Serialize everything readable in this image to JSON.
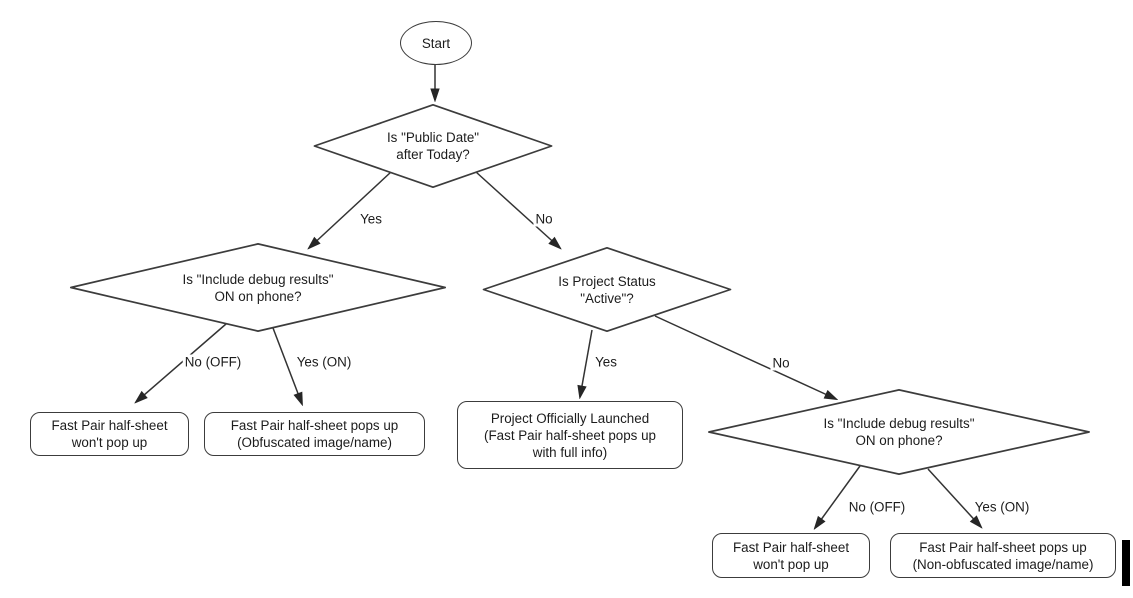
{
  "diagram_title": "Fast Pair half-sheet decision flowchart",
  "colors": {
    "shape_stroke": "#3c3c3c",
    "arrow_stroke": "#333333",
    "arrowhead_fill": "#262626",
    "text": "#1c1c1c",
    "node_fill": "#ffffff",
    "background": "#ffffff",
    "cursor_bar": "#000000"
  },
  "nodes": {
    "start": {
      "label": "Start"
    },
    "decision_public_date": {
      "lines": [
        "Is \"Public Date\"",
        "after Today?"
      ]
    },
    "decision_debug_left": {
      "lines": [
        "Is \"Include debug results\"",
        "ON on phone?"
      ]
    },
    "decision_project_status": {
      "lines": [
        "Is Project Status",
        "\"Active\"?"
      ]
    },
    "decision_debug_right": {
      "lines": [
        "Is \"Include debug results\"",
        "ON on phone?"
      ]
    },
    "result_no_popup_left": {
      "lines": [
        "Fast Pair half-sheet",
        "won't pop up"
      ]
    },
    "result_obfuscated": {
      "lines": [
        "Fast Pair half-sheet pops up",
        "(Obfuscated image/name)"
      ]
    },
    "result_launched": {
      "lines": [
        "Project Officially Launched",
        "(Fast Pair half-sheet pops up",
        "with full info)"
      ]
    },
    "result_no_popup_right": {
      "lines": [
        "Fast Pair half-sheet",
        "won't pop up"
      ]
    },
    "result_non_obfuscated": {
      "lines": [
        "Fast Pair half-sheet pops up",
        "(Non-obfuscated image/name)"
      ]
    }
  },
  "edge_labels": {
    "yes_top": "Yes",
    "no_top": "No",
    "no_off_left": "No (OFF)",
    "yes_on_left": "Yes (ON)",
    "yes_mid": "Yes",
    "no_mid": "No",
    "no_off_right": "No (OFF)",
    "yes_on_right": "Yes (ON)"
  }
}
